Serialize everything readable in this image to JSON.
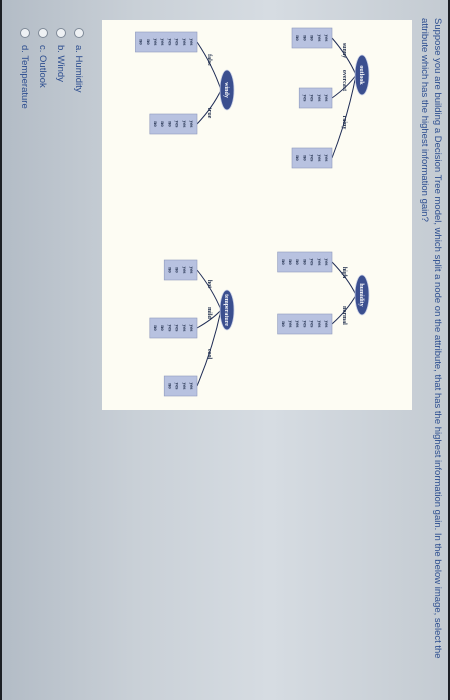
{
  "question": "Suppose you are building a Decision Tree model, which split a node on the attribute, that has the highest information gain. In the below image, select the attribute which has the highest information gain?",
  "figure": {
    "trees": [
      {
        "root": "outlook",
        "branches": [
          {
            "label": "sunny",
            "leaf": [
              "yes",
              "yes",
              "no",
              "no",
              "no"
            ]
          },
          {
            "label": "overcast",
            "leaf": [
              "yes",
              "yes",
              "yes",
              "yes"
            ]
          },
          {
            "label": "rainy",
            "leaf": [
              "yes",
              "yes",
              "yes",
              "no",
              "no"
            ]
          }
        ]
      },
      {
        "root": "humidity",
        "branches": [
          {
            "label": "high",
            "leaf": [
              "yes",
              "yes",
              "yes",
              "no",
              "no",
              "no",
              "no"
            ]
          },
          {
            "label": "normal",
            "leaf": [
              "yes",
              "yes",
              "yes",
              "yes",
              "yes",
              "yes",
              "no"
            ]
          }
        ]
      },
      {
        "root": "windy",
        "branches": [
          {
            "label": "false",
            "leaf": [
              "yes",
              "yes",
              "yes",
              "yes",
              "yes",
              "yes",
              "no",
              "no"
            ]
          },
          {
            "label": "true",
            "leaf": [
              "yes",
              "yes",
              "yes",
              "no",
              "no",
              "no"
            ]
          }
        ]
      },
      {
        "root": "temperature",
        "branches": [
          {
            "label": "hot",
            "leaf": [
              "yes",
              "yes",
              "no",
              "no"
            ]
          },
          {
            "label": "mild",
            "leaf": [
              "yes",
              "yes",
              "yes",
              "yes",
              "no",
              "no"
            ]
          },
          {
            "label": "cool",
            "leaf": [
              "yes",
              "yes",
              "yes",
              "no"
            ]
          }
        ]
      }
    ]
  },
  "options": [
    {
      "label": "a. Humidity"
    },
    {
      "label": "b. Windy"
    },
    {
      "label": "c. Outlook"
    },
    {
      "label": "d. Temperature"
    }
  ],
  "colors": {
    "question_text": "#2c4d8f",
    "figure_bg": "#fdfcf3",
    "node_fill": "#3b4f8f",
    "edge": "#1f2c55",
    "leaf_fill": "#b8c2e0",
    "leaf_text": "#22304e"
  }
}
